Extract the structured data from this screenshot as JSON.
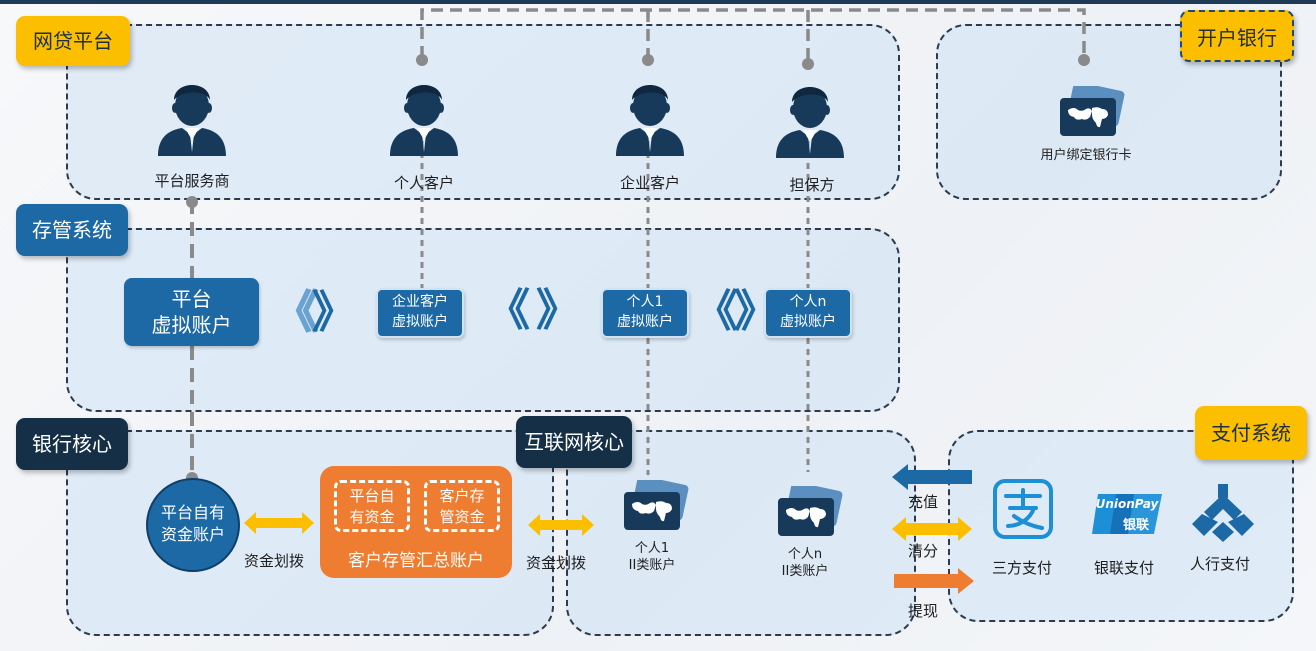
{
  "zones": {
    "p2p_platform": "网贷平台",
    "open_bank": "开户银行",
    "custody_system": "存管系统",
    "bank_core": "银行核心",
    "internet_core": "互联网核心",
    "payment_system": "支付系统"
  },
  "people": {
    "platform_provider": "平台服务商",
    "individual_customer": "个人客户",
    "enterprise_customer": "企业客户",
    "guarantor": "担保方"
  },
  "bind_card": "用户绑定银行卡",
  "virtual_accounts": {
    "platform_line1": "平台",
    "platform_line2": "虚拟账户",
    "enterprise_line1": "企业客户",
    "enterprise_line2": "虚拟账户",
    "person1_line1": "个人1",
    "person1_line2": "虚拟账户",
    "personn_line1": "个人n",
    "personn_line2": "虚拟账户"
  },
  "bank_core": {
    "own_fund_line1": "平台自有",
    "own_fund_line2": "资金账户",
    "transfer1": "资金划拨",
    "platform_own_line1": "平台自",
    "platform_own_line2": "有资金",
    "customer_custody_line1": "客户存",
    "customer_custody_line2": "管资金",
    "summary_account": "客户存管汇总账户",
    "transfer2": "资金划拨"
  },
  "internet_core": {
    "acct1_line1": "个人1",
    "acct1_line2": "II类账户",
    "acctn_line1": "个人n",
    "acctn_line2": "II类账户"
  },
  "flows": {
    "recharge": "充值",
    "clearing": "清分",
    "withdraw": "提现"
  },
  "payments": {
    "third_party": "三方支付",
    "unionpay": "银联支付",
    "pboc": "人行支付",
    "unionpay_logo": "UnionPay",
    "unionpay_logo_cn": "银联"
  },
  "colors": {
    "navy": "#152f47",
    "blue": "#1c69a6",
    "yellow": "#fbbf00",
    "orange": "#ee7d31",
    "zone_fill": "#cde2f4"
  }
}
